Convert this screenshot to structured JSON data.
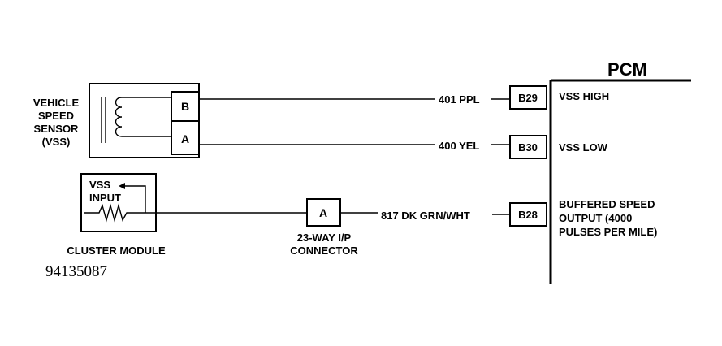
{
  "pcm": {
    "title": "PCM"
  },
  "vss": {
    "label_lines": [
      "VEHICLE",
      "SPEED",
      "SENSOR",
      "(VSS)"
    ],
    "pin_b": "B",
    "pin_a": "A"
  },
  "cluster": {
    "inner_lines": [
      "VSS",
      "INPUT"
    ],
    "label": "CLUSTER MODULE"
  },
  "connector": {
    "pin": "A",
    "label_lines": [
      "23-WAY I/P",
      "CONNECTOR"
    ]
  },
  "circuits": [
    {
      "wire_label": "401 PPL",
      "pin": "B29",
      "signal_lines": [
        "VSS HIGH"
      ]
    },
    {
      "wire_label": "400 YEL",
      "pin": "B30",
      "signal_lines": [
        "VSS LOW"
      ]
    },
    {
      "wire_label": "817 DK GRN/WHT",
      "pin": "B28",
      "signal_lines": [
        "BUFFERED SPEED",
        "OUTPUT (4000",
        "PULSES PER MILE)"
      ]
    }
  ],
  "figure_number": "94135087"
}
